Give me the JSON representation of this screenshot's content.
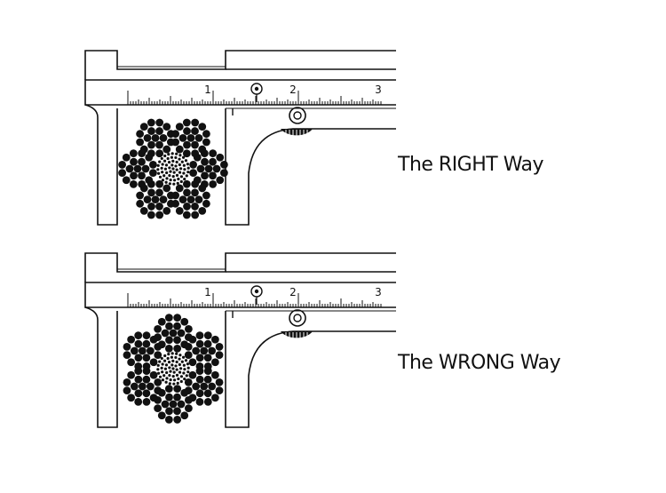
{
  "captions": {
    "right": "The RIGHT Way",
    "wrong": "The WRONG Way"
  },
  "scale_labels": [
    "1",
    "2",
    "3"
  ],
  "figures": [
    {
      "id": "right",
      "caption_key": "right",
      "rope_measurement": "across crowns"
    },
    {
      "id": "wrong",
      "caption_key": "wrong",
      "rope_measurement": "across flats"
    }
  ],
  "colors": {
    "ink": "#111111",
    "background": "#ffffff"
  }
}
